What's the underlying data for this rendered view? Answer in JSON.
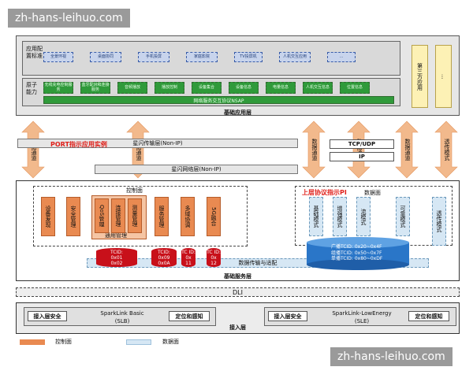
{
  "watermark": "zh-hans-leihuo.com",
  "app_layer": {
    "title": "基础应用层",
    "row1_label": "应用配置标准",
    "row1_chips": [
      "全景环视",
      "桌面协同",
      "手机投屏",
      "家庭影院",
      "TV投屏机",
      "人机交互应用",
      "..."
    ],
    "row2_label": "原子能力",
    "row2_chips": [
      "无线充电控制服务",
      "蓝牙配对和连接服务",
      "音频播放",
      "播放控制",
      "设备集合",
      "设备信息",
      "电量信息",
      "人机交互信息",
      "位置信息"
    ],
    "nsap": "网络服务交互协议NSAP",
    "third_party": "第三方应用",
    "ellipsis": "..."
  },
  "middle": {
    "arrow_label": "数据通道",
    "port_label": "PORT指示应用实例",
    "nonip_transport": "星闪传输层(Non-IP)",
    "nonip_network": "星闪网络层(Non-IP)",
    "tcp_udp": "TCP/UDP",
    "ip": "IP",
    "transparent_arrow": "透传模式"
  },
  "service_layer": {
    "title": "基础服务层",
    "control_plane": "控制面",
    "general_mgmt": "通用管理",
    "boxes": [
      "设备发现",
      "安全管理",
      "QoS管理",
      "连接管理",
      "测量管理",
      "服务管理",
      "多域协调",
      "5G融合"
    ],
    "data_plane": "数据面",
    "upper_pi": "上层协议指示PI",
    "data_boxes": [
      "基础模式",
      "增强模式",
      "流模式",
      "可靠模式",
      "透传模式"
    ],
    "cylinders": [
      {
        "name": "TCID:",
        "lines": [
          "0x01",
          "0x02"
        ]
      },
      {
        "name": "TCID:",
        "lines": [
          "0x09",
          "0x0A"
        ]
      },
      {
        "name": "TC ID:",
        "lines": [
          "0x",
          "11"
        ]
      },
      {
        "name": "TC ID:",
        "lines": [
          "0x",
          "12"
        ]
      }
    ],
    "blue_cylinder": [
      "广播TCID: 0x20~0x4F",
      "组播TCID: 0x50~0x7F",
      "单播TCID: 0x80~0xDF"
    ],
    "transfer": "数据传输与适配"
  },
  "dli": "DLI",
  "access_layer": {
    "title": "接入层",
    "left_security": "接入层安全",
    "left_name": "SparkLink Basic",
    "left_abbr": "(SLB)",
    "left_position": "定位和感知",
    "right_security": "接入层安全",
    "right_name": "SparkLink-LowEnergy",
    "right_abbr": "(SLE)",
    "right_position": "定位和感知"
  },
  "legend": {
    "control": "控制面",
    "data": "数据面"
  },
  "colors": {
    "orange": "#e98a51",
    "blue": "#2a76c8",
    "red": "#c8101a",
    "arrow": "#f2b98c"
  }
}
